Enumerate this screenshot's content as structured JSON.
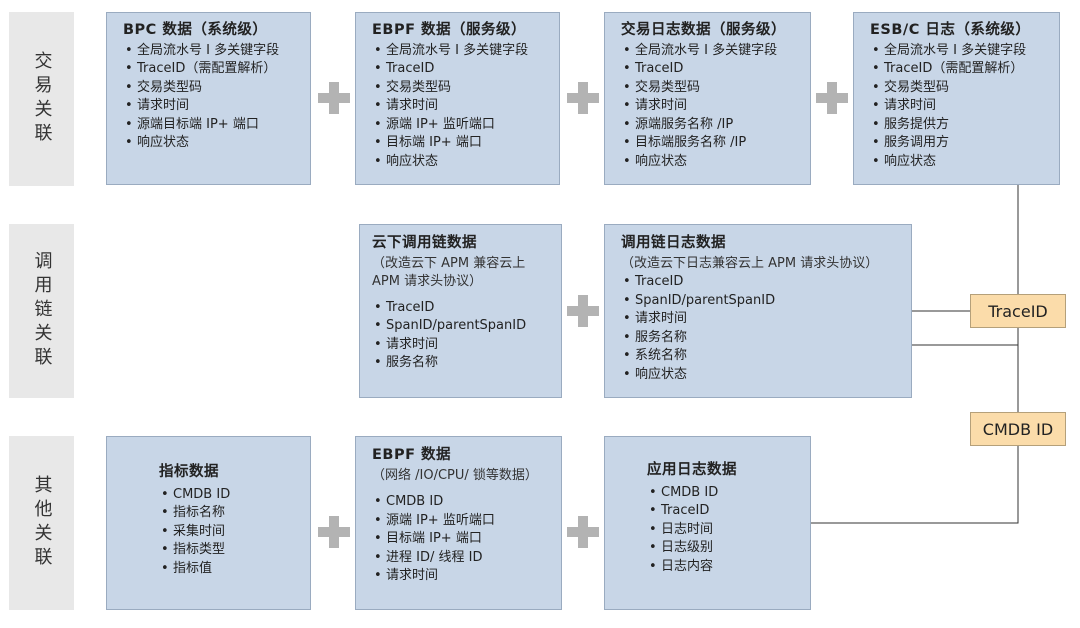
{
  "rows": [
    {
      "label": "交易关联"
    },
    {
      "label": "调用链关联"
    },
    {
      "label": "其他关联"
    }
  ],
  "boxes": {
    "bpc": {
      "title": "BPC 数据（系统级）",
      "items": [
        "全局流水号 I 多关键字段",
        "TraceID（需配置解析）",
        "交易类型码",
        "请求时间",
        "源端目标端 IP+ 端口",
        "响应状态"
      ]
    },
    "ebpf1": {
      "title": "EBPF 数据（服务级）",
      "items": [
        "全局流水号 I 多关键字段",
        "TraceID",
        "交易类型码",
        "请求时间",
        "源端 IP+ 监听端口",
        "目标端 IP+ 端口",
        "响应状态"
      ]
    },
    "txlog": {
      "title": "交易日志数据（服务级）",
      "items": [
        "全局流水号 I 多关键字段",
        "TraceID",
        "交易类型码",
        "请求时间",
        "源端服务名称 /IP",
        "目标端服务名称 /IP",
        "响应状态"
      ]
    },
    "esb": {
      "title": "ESB/C 日志（系统级）",
      "items": [
        "全局流水号 I 多关键字段",
        "TraceID（需配置解析）",
        "交易类型码",
        "请求时间",
        "服务提供方",
        "服务调用方",
        "响应状态"
      ]
    },
    "cloudchain": {
      "title": "云下调用链数据",
      "subtitle": "（改造云下 APM 兼容云上 APM 请求头协议）",
      "items": [
        "TraceID",
        "SpanID/parentSpanID",
        "请求时间",
        "服务名称"
      ]
    },
    "chainlog": {
      "title": "调用链日志数据",
      "subtitle": "（改造云下日志兼容云上 APM 请求头协议）",
      "items": [
        "TraceID",
        "SpanID/parentSpanID",
        "请求时间",
        "服务名称",
        "系统名称",
        "响应状态"
      ]
    },
    "metric": {
      "title": "指标数据",
      "items": [
        "CMDB ID",
        "指标名称",
        "采集时间",
        "指标类型",
        "指标值"
      ]
    },
    "ebpf2": {
      "title": "EBPF 数据",
      "subtitle": "（网络 /IO/CPU/ 锁等数据）",
      "items": [
        "CMDB ID",
        "源端 IP+ 监听端口",
        "目标端 IP+ 端口",
        "进程 ID/ 线程 ID",
        "请求时间"
      ]
    },
    "applog": {
      "title": "应用日志数据",
      "items": [
        "CMDB ID",
        "TraceID",
        "日志时间",
        "日志级别",
        "日志内容"
      ]
    }
  },
  "tags": {
    "traceid": "TraceID",
    "cmdb": "CMDB ID"
  },
  "colors": {
    "box_fill": "#c8d6e7",
    "tag_fill": "#fbdcaa",
    "row_label_fill": "#e8e8e8",
    "plus": "#b3b3b3",
    "connector": "#333333"
  }
}
